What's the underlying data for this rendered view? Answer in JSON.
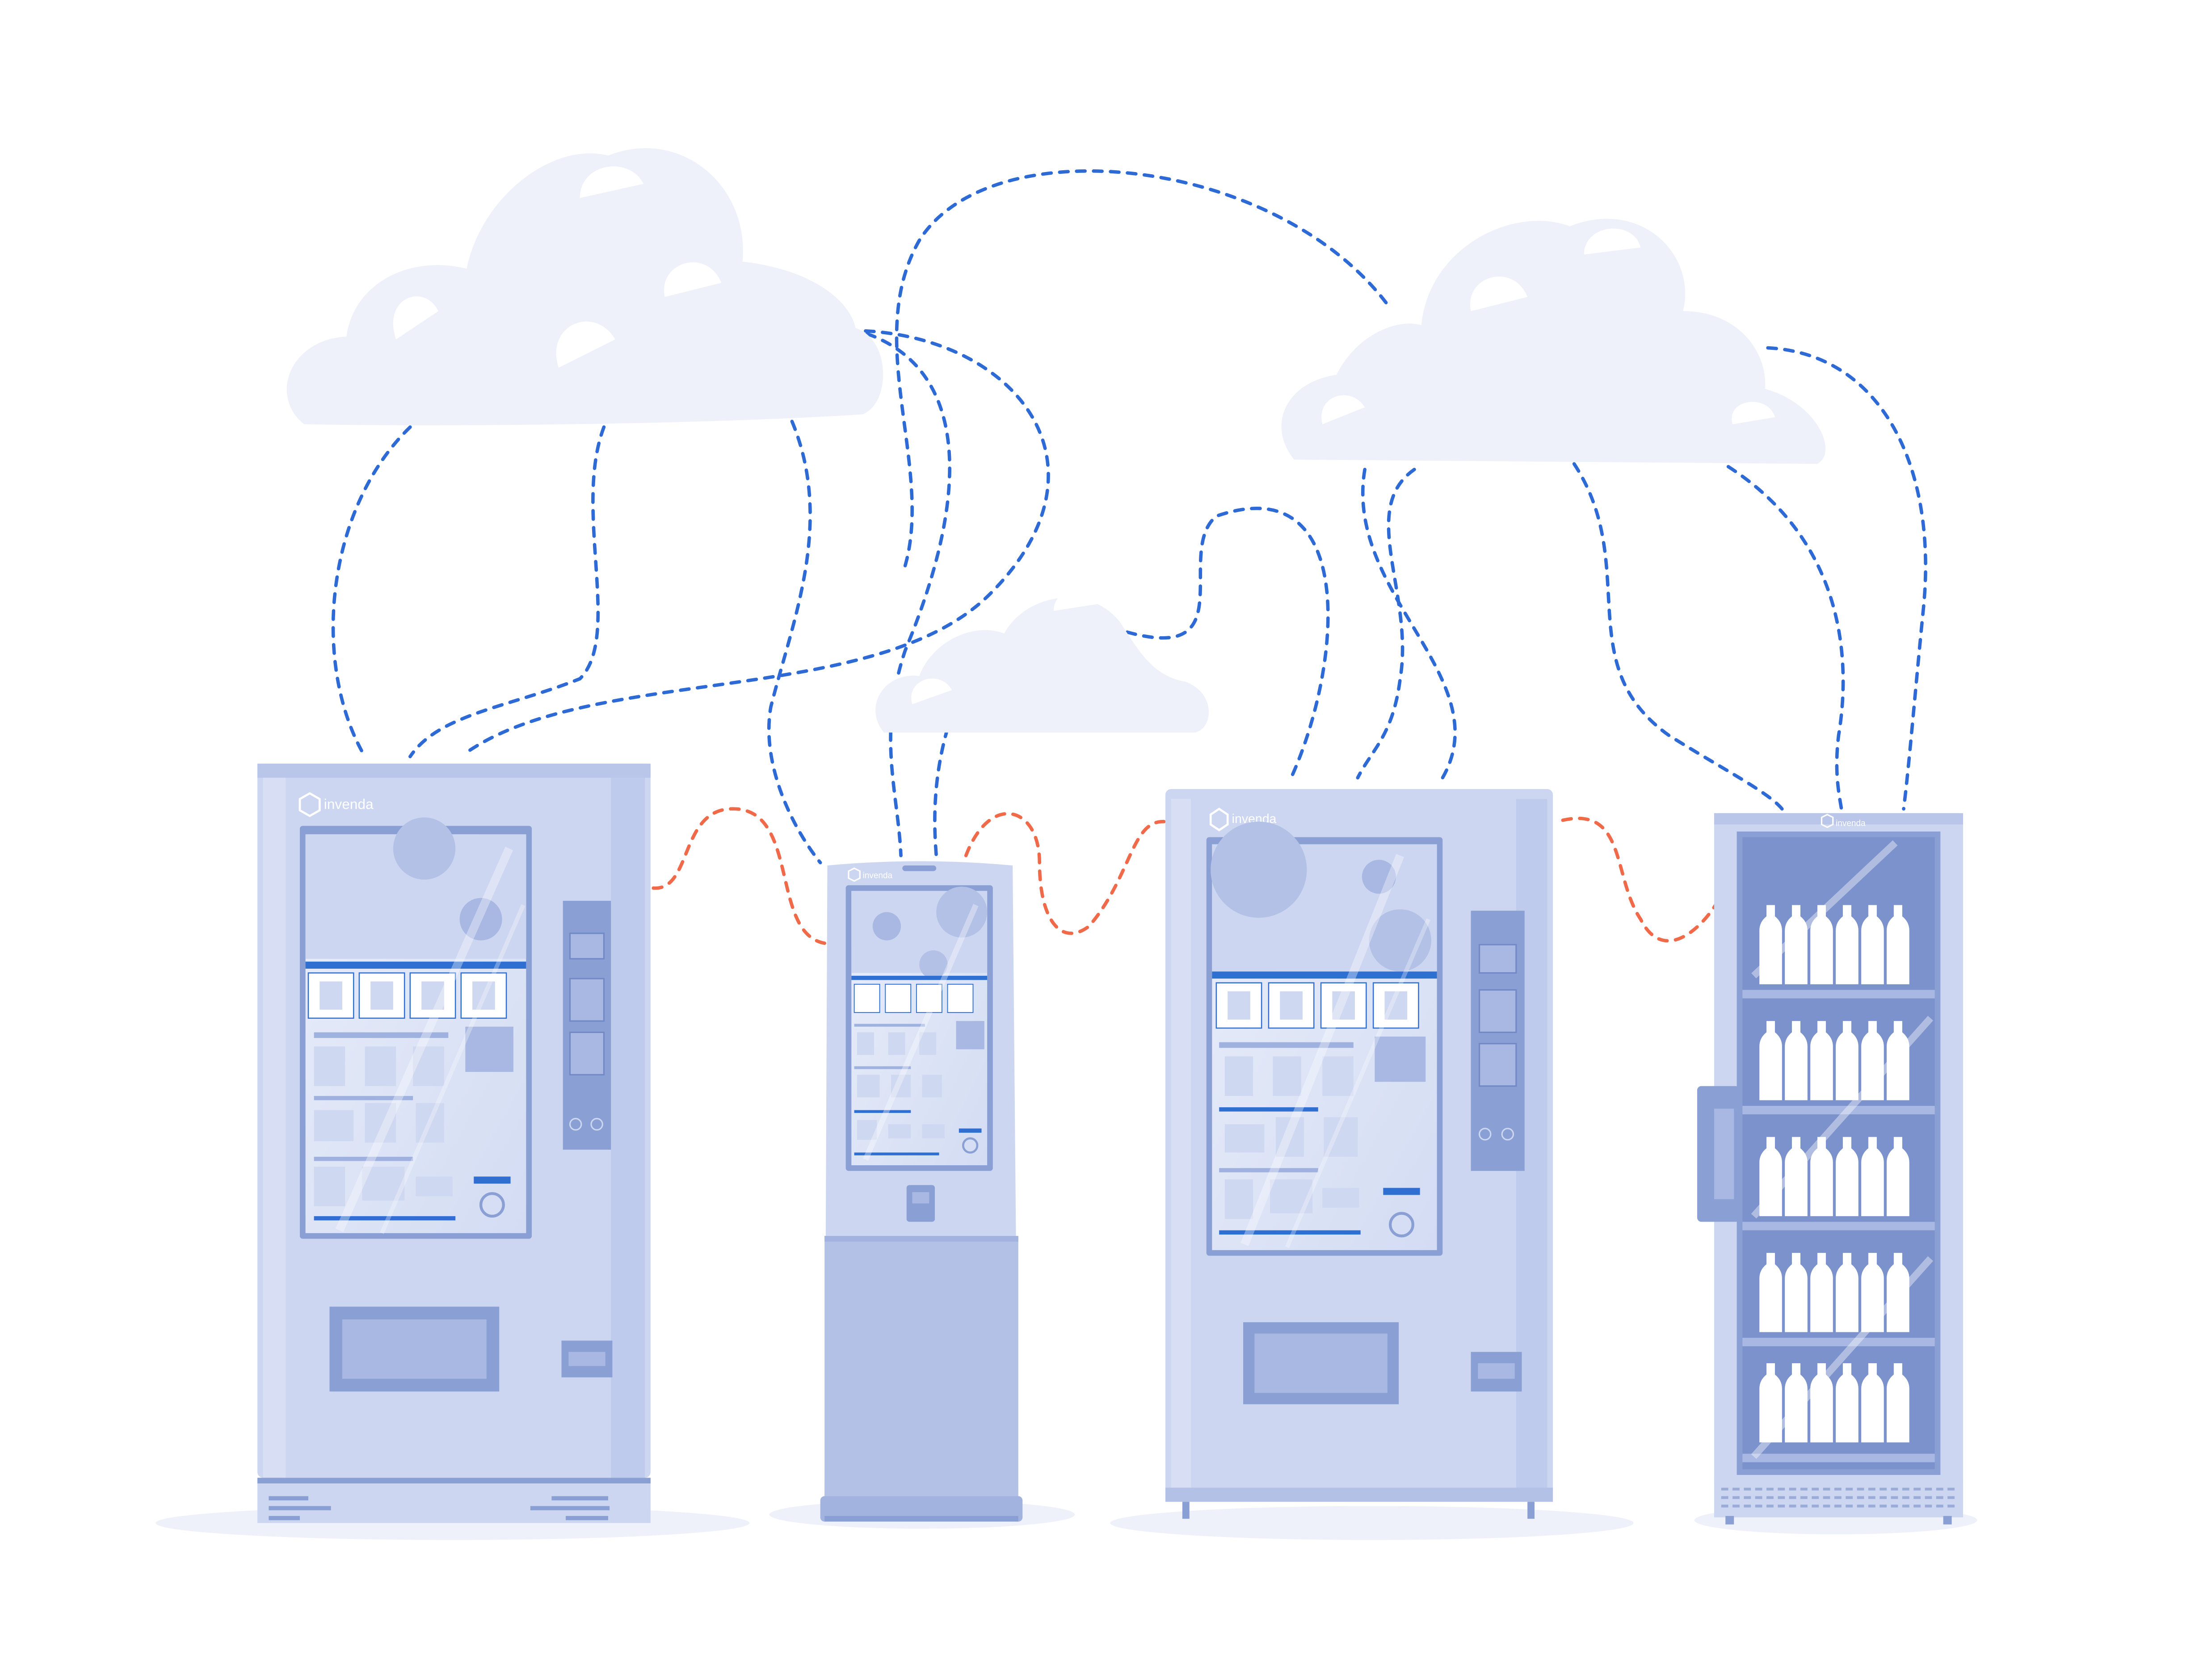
{
  "illustration": {
    "brand": "invenda",
    "colors": {
      "background": "#ffffff",
      "machine_body": "#cdd6f0",
      "machine_edge": "#b3c1e6",
      "machine_dark": "#8aa0d4",
      "glass": "#dfe6f7",
      "screen_header": "#2f6fd1",
      "cloud": "#eef1fa",
      "cloud_link": "#2d6ad6",
      "machine_link": "#f06a4a",
      "bottle": "#ffffff"
    },
    "icons": {
      "brand_logo": "hexagon-outline-icon",
      "clouds": "cloud-icon",
      "bottles": "water-bottle-icon"
    },
    "machines": [
      {
        "kind": "large-touchscreen-vending-machine",
        "brand": "invenda"
      },
      {
        "kind": "standing-kiosk",
        "brand": "invenda"
      },
      {
        "kind": "touchscreen-vending-machine",
        "brand": "invenda"
      },
      {
        "kind": "glass-door-beverage-cooler",
        "brand": "invenda",
        "bottle_rows": 5,
        "bottles_per_row": 6
      }
    ],
    "clouds_count": 3
  }
}
